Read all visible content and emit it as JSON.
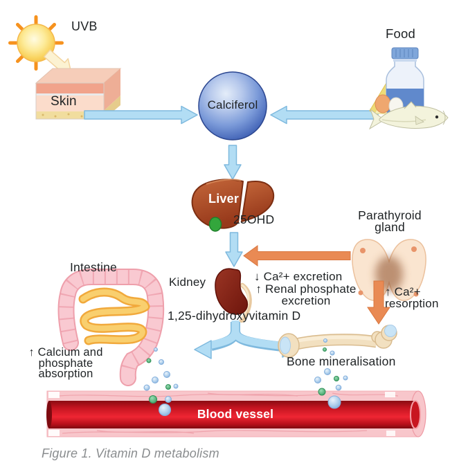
{
  "figure": {
    "labels": {
      "uvb": "UVB",
      "skin": "Skin",
      "food": "Food",
      "calciferol": "Calciferol",
      "liver": "Liver",
      "ohd": "25OHD",
      "parathyroid_gland": "Parathyroid gland",
      "kidney": "Kidney",
      "ca_excretion": "↓ Ca²+ excretion",
      "renal_phosphate_excretion": "↑ Renal phosphate excretion",
      "dihydroxyvitamin_d": "1,25-dihydroxyvitamin D",
      "ca_resorption": "↑ Ca²+ resorption",
      "intestine": "Intestine",
      "calcium_phosphate_absorption": "↑ Calcium and phosphate absorption",
      "bone_mineralisation": "Bone mineralisation",
      "blood_vessel": "Blood vessel",
      "caption": "Figure 1. Vitamin D metabolism"
    },
    "colors": {
      "arrow_blue": "#b2ddf4",
      "arrow_blue_border": "#7eb9de",
      "arrow_orange": "#e98a54",
      "sphere_blue": "#5b7fc7",
      "liver_brown": "#a84f2a",
      "kidney_red": "#84251a",
      "vessel_red": "#e8202c",
      "vessel_wall_pink": "#f8c6cb",
      "bubble_blue": "#a8cbea",
      "bubble_green": "#45a86e",
      "sun_orange": "#f6921e"
    },
    "icons": [
      "sun-icon",
      "uvb-arrow-icon",
      "skin-block-icon",
      "food-icon",
      "milk-bottle-icon",
      "cheese-icon",
      "egg-icon",
      "fish-icon",
      "calciferol-sphere-icon",
      "liver-icon",
      "gallbladder-icon",
      "parathyroid-gland-icon",
      "kidney-icon",
      "intestine-icon",
      "bone-icon",
      "blood-vessel-icon",
      "mineral-bubbles-icon"
    ]
  }
}
